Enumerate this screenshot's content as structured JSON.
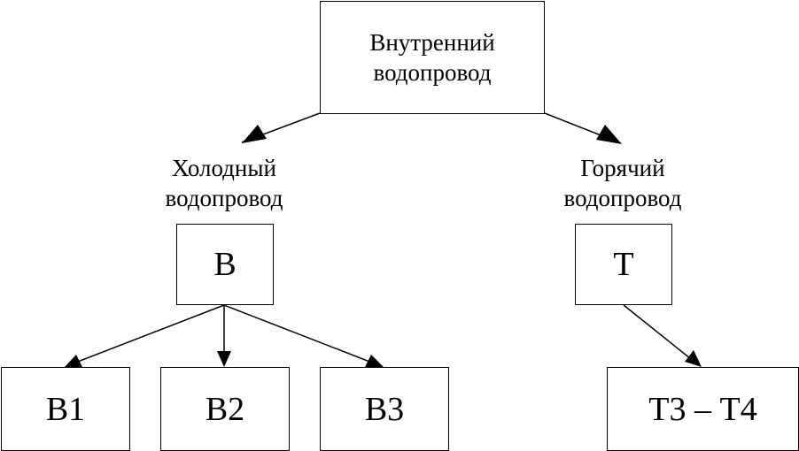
{
  "diagram": {
    "root": {
      "label": "Внутренний\nводопровод"
    },
    "branches": {
      "cold": {
        "label": "Холодный\nводопровод",
        "node": "В",
        "children": [
          "В1",
          "В2",
          "В3"
        ]
      },
      "hot": {
        "label": "Горячий\nводопровод",
        "node": "Т",
        "children": [
          "Т3 – Т4"
        ]
      }
    },
    "colors": {
      "line": "#000000",
      "background": "#ffffff"
    }
  }
}
